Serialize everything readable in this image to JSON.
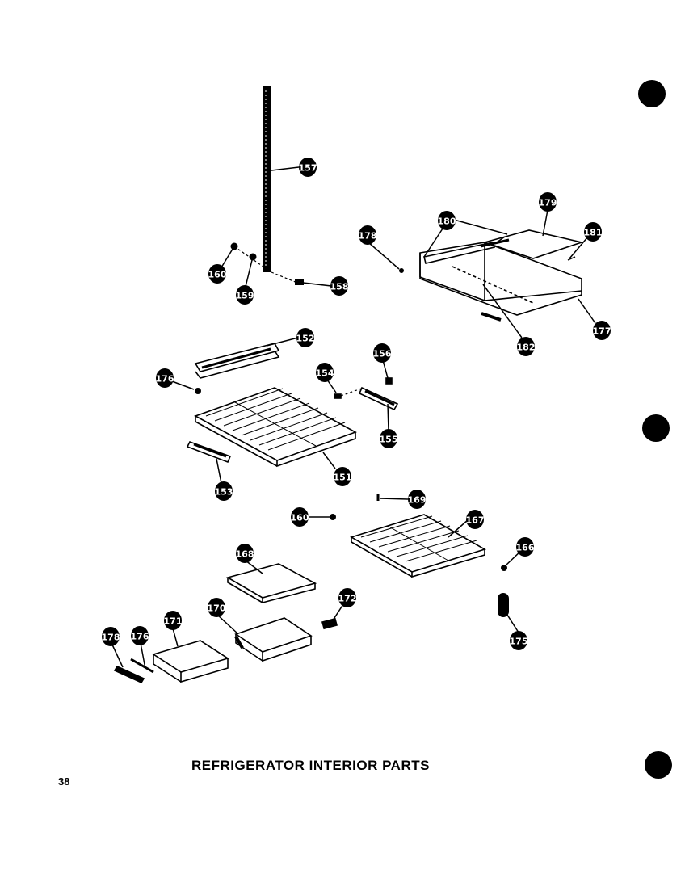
{
  "title": "REFRIGERATOR INTERIOR PARTS",
  "page_number": "38",
  "parts": [
    {
      "id": "p157",
      "label": "157"
    },
    {
      "id": "p160a",
      "label": "160"
    },
    {
      "id": "p159",
      "label": "159"
    },
    {
      "id": "p158",
      "label": "158"
    },
    {
      "id": "p178a",
      "label": "178"
    },
    {
      "id": "p180",
      "label": "180"
    },
    {
      "id": "p179",
      "label": "179"
    },
    {
      "id": "p181",
      "label": "181"
    },
    {
      "id": "p177",
      "label": "177"
    },
    {
      "id": "p182",
      "label": "182"
    },
    {
      "id": "p152",
      "label": "152"
    },
    {
      "id": "p176a",
      "label": "176"
    },
    {
      "id": "p154",
      "label": "154"
    },
    {
      "id": "p156",
      "label": "156"
    },
    {
      "id": "p155",
      "label": "155"
    },
    {
      "id": "p151",
      "label": "151"
    },
    {
      "id": "p153",
      "label": "153"
    },
    {
      "id": "p169",
      "label": "169"
    },
    {
      "id": "p168",
      "label": "168"
    },
    {
      "id": "p167",
      "label": "167"
    },
    {
      "id": "p160b",
      "label": "160"
    },
    {
      "id": "p166",
      "label": "166"
    },
    {
      "id": "p172",
      "label": "172"
    },
    {
      "id": "p170",
      "label": "170"
    },
    {
      "id": "p171",
      "label": "171"
    },
    {
      "id": "p176b",
      "label": "176"
    },
    {
      "id": "p178b",
      "label": "178"
    },
    {
      "id": "p175",
      "label": "175"
    }
  ]
}
